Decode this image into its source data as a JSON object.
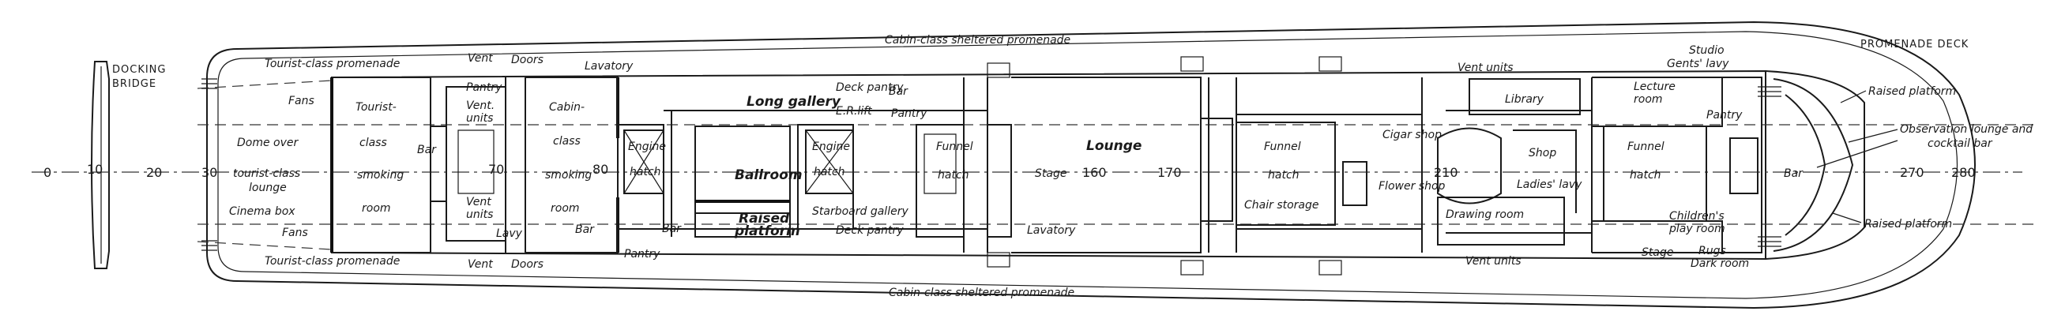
{
  "deck_title": "PROMENADE DECK",
  "docking_bridge": [
    "DOCKING",
    "BRIDGE"
  ],
  "frame_numbers": [
    "0",
    "10",
    "20",
    "30",
    "70",
    "80",
    "160",
    "170",
    "210",
    "270",
    "280"
  ],
  "labels": {
    "cabin_promenade_top": "Cabin-class sheltered promenade",
    "cabin_promenade_bottom": "Cabin-class sheltered promenade",
    "tourist_promenade_top": "Tourist-class promenade",
    "tourist_promenade_bottom": "Tourist-class promenade",
    "fans_top": "Fans",
    "fans_bottom": "Fans",
    "dome_over": "Dome over",
    "tourist_lounge": [
      "tourist-class",
      "lounge"
    ],
    "cinema_box": "Cinema box",
    "tourist_smoking": [
      "Tourist-",
      "class",
      "smoking",
      "room"
    ],
    "bar_tourist": "Bar",
    "vent_top": "Vent",
    "doors_top": "Doors",
    "pantry_fwd": "Pantry",
    "vent_units_fwd": [
      "Vent.",
      "units"
    ],
    "vent_units_fwd_lower": [
      "Vent",
      "units"
    ],
    "lavy_fwd": "Lavy",
    "vent_bottom": "Vent",
    "doors_bottom": "Doors",
    "cabin_smoking": [
      "Cabin-",
      "class",
      "smoking",
      "room"
    ],
    "bar_smoking": "Bar",
    "lavatory_top": "Lavatory",
    "engine_hatch_1": [
      "Engine",
      "hatch"
    ],
    "bar_mid": "Bar",
    "pantry_mid": "Pantry",
    "long_gallery": "Long gallery",
    "ballroom": "Ballroom",
    "raised_platform_ballroom": [
      "Raised",
      "platform"
    ],
    "deck_pantry_top": "Deck pantry",
    "er_lift": "E.R.lift",
    "pantry_top": "Pantry",
    "engine_hatch_2": [
      "Engine",
      "hatch"
    ],
    "starboard_gallery": "Starboard gallery",
    "deck_pantry_bottom": "Deck pantry",
    "bar_gallery": "Bar",
    "funnel_hatch_1": [
      "Funnel",
      "hatch"
    ],
    "stage_lounge": "Stage",
    "lavatory_bottom": "Lavatory",
    "lounge": "Lounge",
    "funnel_hatch_2": [
      "Funnel",
      "hatch"
    ],
    "chair_storage": "Chair storage",
    "cigar_shop": "Cigar shop",
    "flower_shop": "Flower shop",
    "vent_units_top": "Vent units",
    "vent_units_bottom": "Vent units",
    "library": "Library",
    "shop": "Shop",
    "ladies_lavy": "Ladies' lavy",
    "drawing_room": "Drawing room",
    "gents_lavy": "Gents' lavy",
    "studio": "Studio",
    "lecture_room": [
      "Lecture",
      "room"
    ],
    "pantry_aft": "Pantry",
    "funnel_hatch_3": [
      "Funnel",
      "hatch"
    ],
    "bar_aft": "Bar",
    "childrens_play": [
      "Children's",
      "play room"
    ],
    "stage_aft": "Stage",
    "rugs": "Rugs",
    "dark_room": "Dark room",
    "raised_platform_top": "Raised platform",
    "raised_platform_bottom": "Raised platform",
    "observation_lounge": [
      "Observation lounge and",
      "cocktail bar"
    ]
  }
}
